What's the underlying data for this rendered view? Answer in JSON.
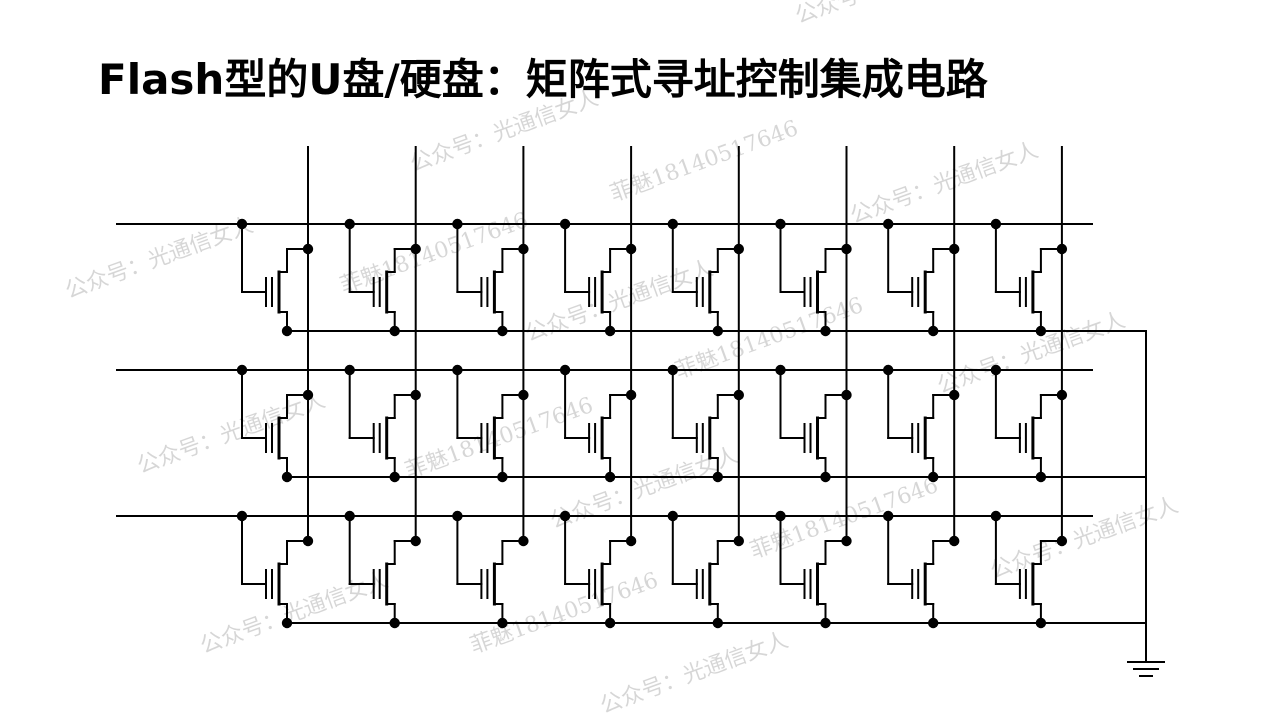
{
  "title": "Flash型的U盘/硬盘：矩阵式寻址控制集成电路",
  "diagram": {
    "rows": 3,
    "columns": 8,
    "ground_symbol": "ground-icon",
    "line_color": "#000000"
  },
  "watermarks": {
    "account": "公众号：光通信女人",
    "phone": "菲魅18140517646"
  }
}
